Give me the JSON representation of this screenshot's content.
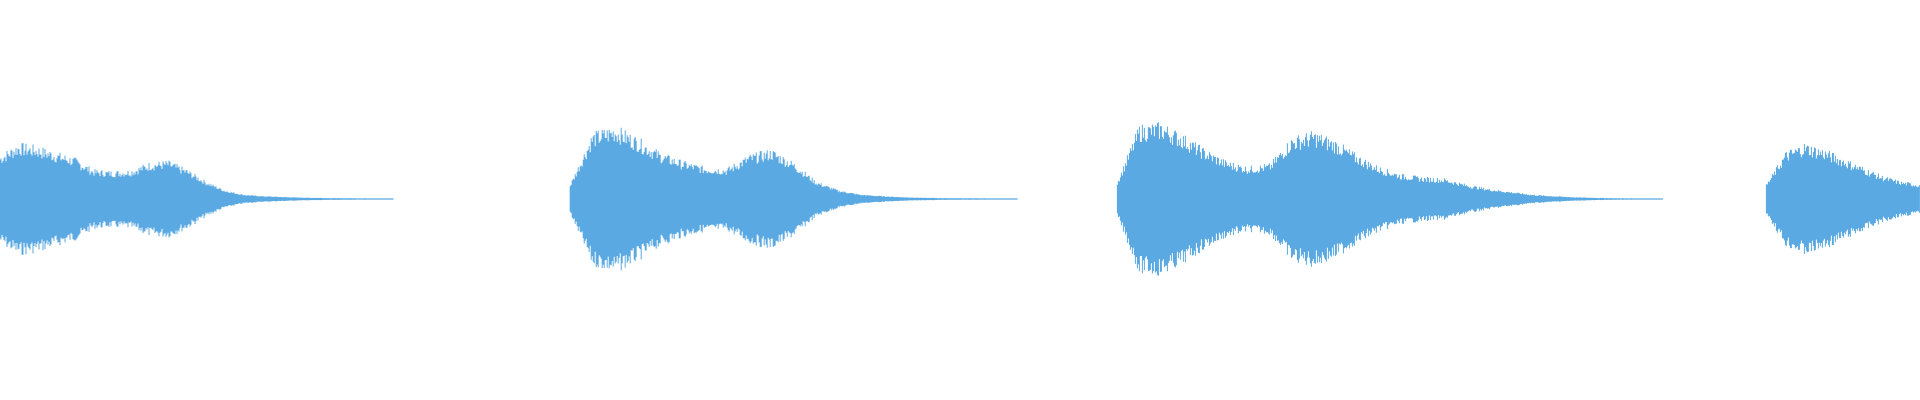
{
  "waveform": {
    "color": "#5aa9e2",
    "background": "#ffffff",
    "segments": [
      {
        "id": "clip-1",
        "start": 0.0,
        "end": 0.205,
        "envelope": [
          0.3,
          0.38,
          0.36,
          0.32,
          0.28,
          0.2,
          0.19,
          0.2,
          0.25,
          0.26,
          0.2,
          0.12,
          0.06,
          0.03,
          0.02,
          0.015,
          0.01,
          0.008,
          0.006,
          0.005,
          0.004,
          0.003
        ]
      },
      {
        "id": "clip-2",
        "start": 0.297,
        "end": 0.53,
        "envelope": [
          0.1,
          0.45,
          0.5,
          0.42,
          0.32,
          0.26,
          0.22,
          0.21,
          0.3,
          0.34,
          0.25,
          0.12,
          0.06,
          0.03,
          0.02,
          0.012,
          0.008,
          0.006,
          0.005,
          0.004,
          0.003
        ]
      },
      {
        "id": "clip-3",
        "start": 0.582,
        "end": 0.866,
        "envelope": [
          0.12,
          0.5,
          0.52,
          0.44,
          0.34,
          0.26,
          0.22,
          0.24,
          0.42,
          0.46,
          0.4,
          0.3,
          0.22,
          0.17,
          0.15,
          0.14,
          0.1,
          0.07,
          0.05,
          0.03,
          0.02,
          0.012,
          0.008,
          0.005,
          0.004,
          0.003
        ]
      },
      {
        "id": "clip-4",
        "start": 0.92,
        "end": 1.0,
        "envelope": [
          0.1,
          0.32,
          0.38,
          0.34,
          0.28,
          0.22,
          0.16,
          0.12,
          0.1
        ]
      }
    ]
  }
}
